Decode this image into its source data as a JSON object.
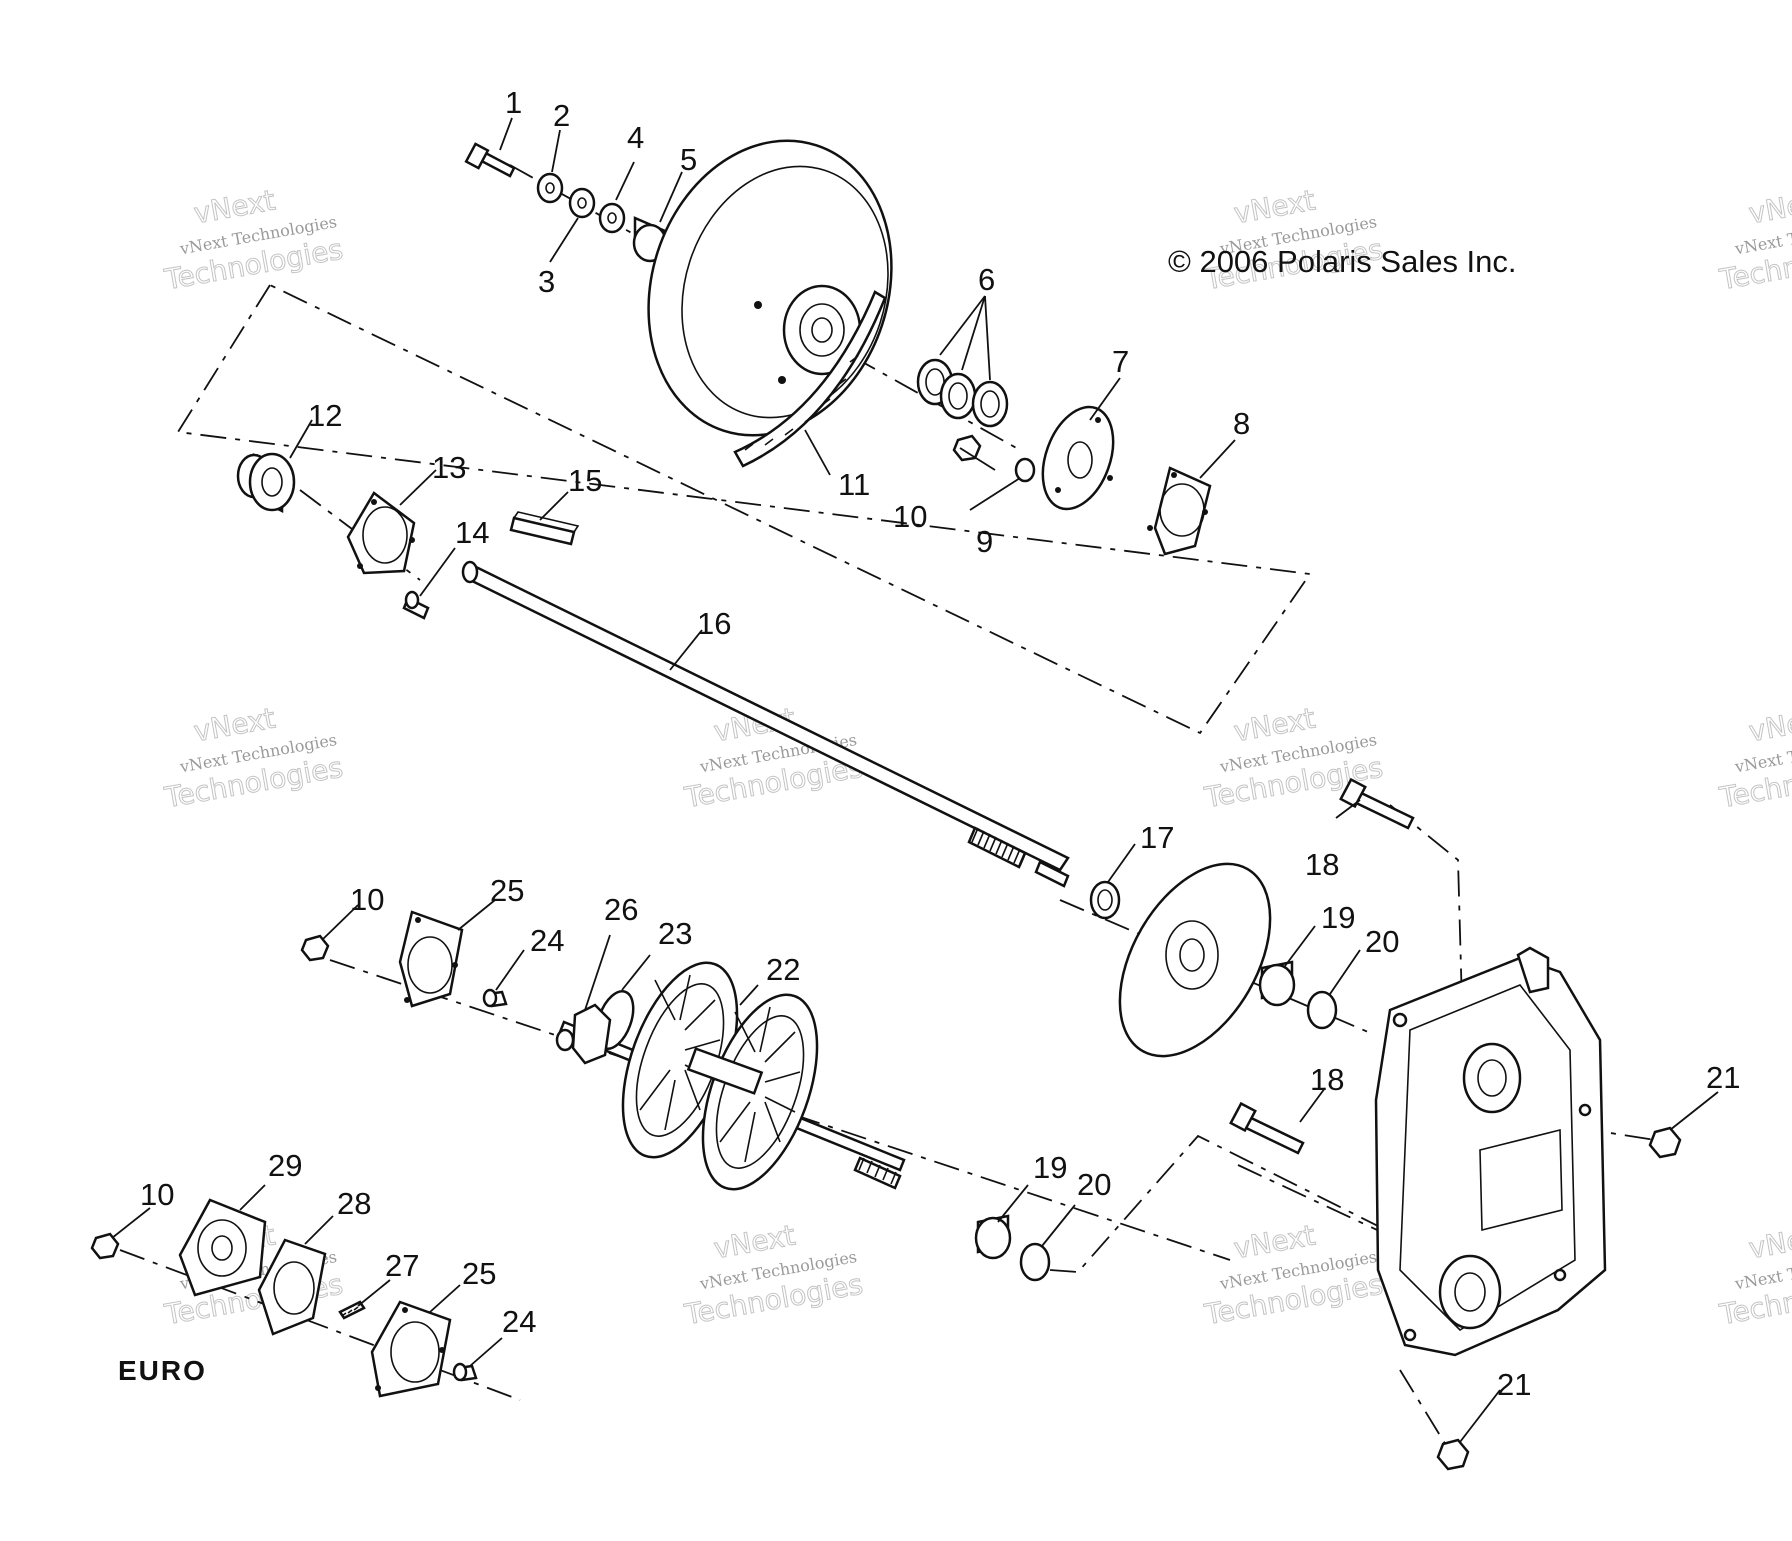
{
  "copyright": "© 2006 Polaris Sales Inc.",
  "region_label": "EURO",
  "watermark": {
    "line1": "vNext Technologies",
    "line2": "Technologies",
    "line3": "vNext"
  },
  "callouts": {
    "c1": "1",
    "c2": "2",
    "c3": "3",
    "c4": "4",
    "c5": "5",
    "c6": "6",
    "c7": "7",
    "c8": "8",
    "c9": "9",
    "c10": "10",
    "c10b": "10",
    "c10c": "10",
    "c11": "11",
    "c12": "12",
    "c13": "13",
    "c14": "14",
    "c15": "15",
    "c16": "16",
    "c17": "17",
    "c18": "18",
    "c18b": "18",
    "c19": "19",
    "c19b": "19",
    "c20": "20",
    "c20b": "20",
    "c21": "21",
    "c21b": "21",
    "c22": "22",
    "c23": "23",
    "c24": "24",
    "c24b": "24",
    "c25": "25",
    "c25b": "25",
    "c26": "26",
    "c27": "27",
    "c28": "28",
    "c29": "29"
  }
}
